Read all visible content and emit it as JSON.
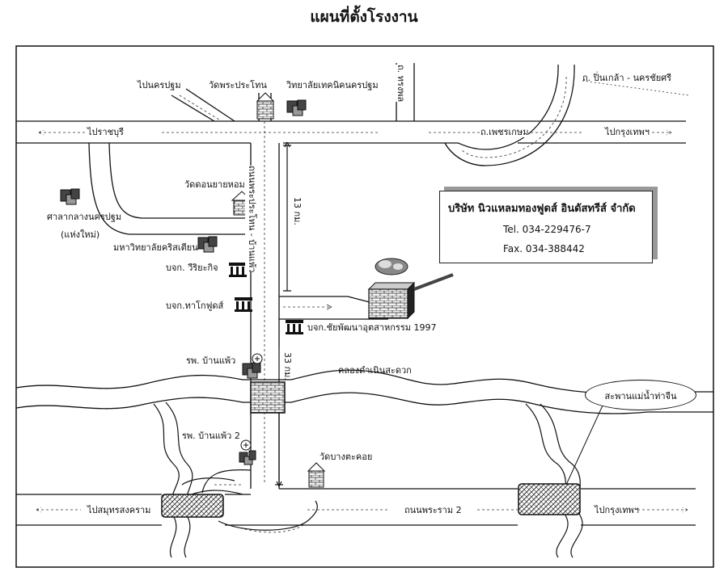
{
  "title": "แผนที่ตั้งโรงงาน",
  "company": {
    "name": "บริษัท นิวแหลมทองฟูดส์ อินดัสทรีส์ จำกัด",
    "tel": "Tel. 034-229476-7",
    "fax": "Fax. 034-388442"
  },
  "labels": {
    "to_nakhon_pathom": "ไปนครปฐม",
    "wat_phra_prathon": "วัดพระประโทน",
    "technical_college": "วิทยาลัยเทคนิคนครปฐม",
    "to_ratchaburi": "ไปราชบุรี",
    "phetkasem_rd": "ถ.เพชรเกษม",
    "to_bangkok_top": "ไปกรุงเทพฯ",
    "pinklao_rd": "ถ. ปิ่นเกล้า - นครชัยศรี",
    "wat_don_yai_hom": "วัดดอนยายหอม",
    "court_line1": "ศาลากลางนครปฐม",
    "court_line2": "(แห่งใหม่)",
    "christian_univ": "มหาวิทยาลัยคริสเตียน",
    "co_wiriyakit": "บจก. วีริยะกิจ",
    "co_thako": "บจก.ทาโกฟูดส์",
    "co_chaiphatthana": "บจก.ชัยพัฒนาอุตสาหกรรม 1997",
    "hospital_1": "รพ. บ้านแพ้ว",
    "hospital_2": "รพ. บ้านแพ้ว 2",
    "canal": "คลองดำเนินสะดวก",
    "wat_bang_takhoi": "วัดบางตะคอย",
    "to_samut_songkhram": "ไปสมุทรสงคราม",
    "rama2_rd": "ถนนพระราม 2",
    "to_bangkok_bottom": "ไปกรุงเทพฯ",
    "mae_nam_tha_chin_bridge": "สะพานแม่น้ำท่าจีน",
    "road_phra_prathon": "ถนนพระประโทน - บ้านแพ้ว",
    "road_north": "ถ. ทรงพล",
    "dist_13": "13 กม.",
    "dist_33": "33 กม."
  },
  "icons": [
    "temple-icon",
    "building-icon",
    "factory-icon",
    "hospital-icon",
    "company-icon",
    "bridge-icon",
    "tree-icon"
  ]
}
